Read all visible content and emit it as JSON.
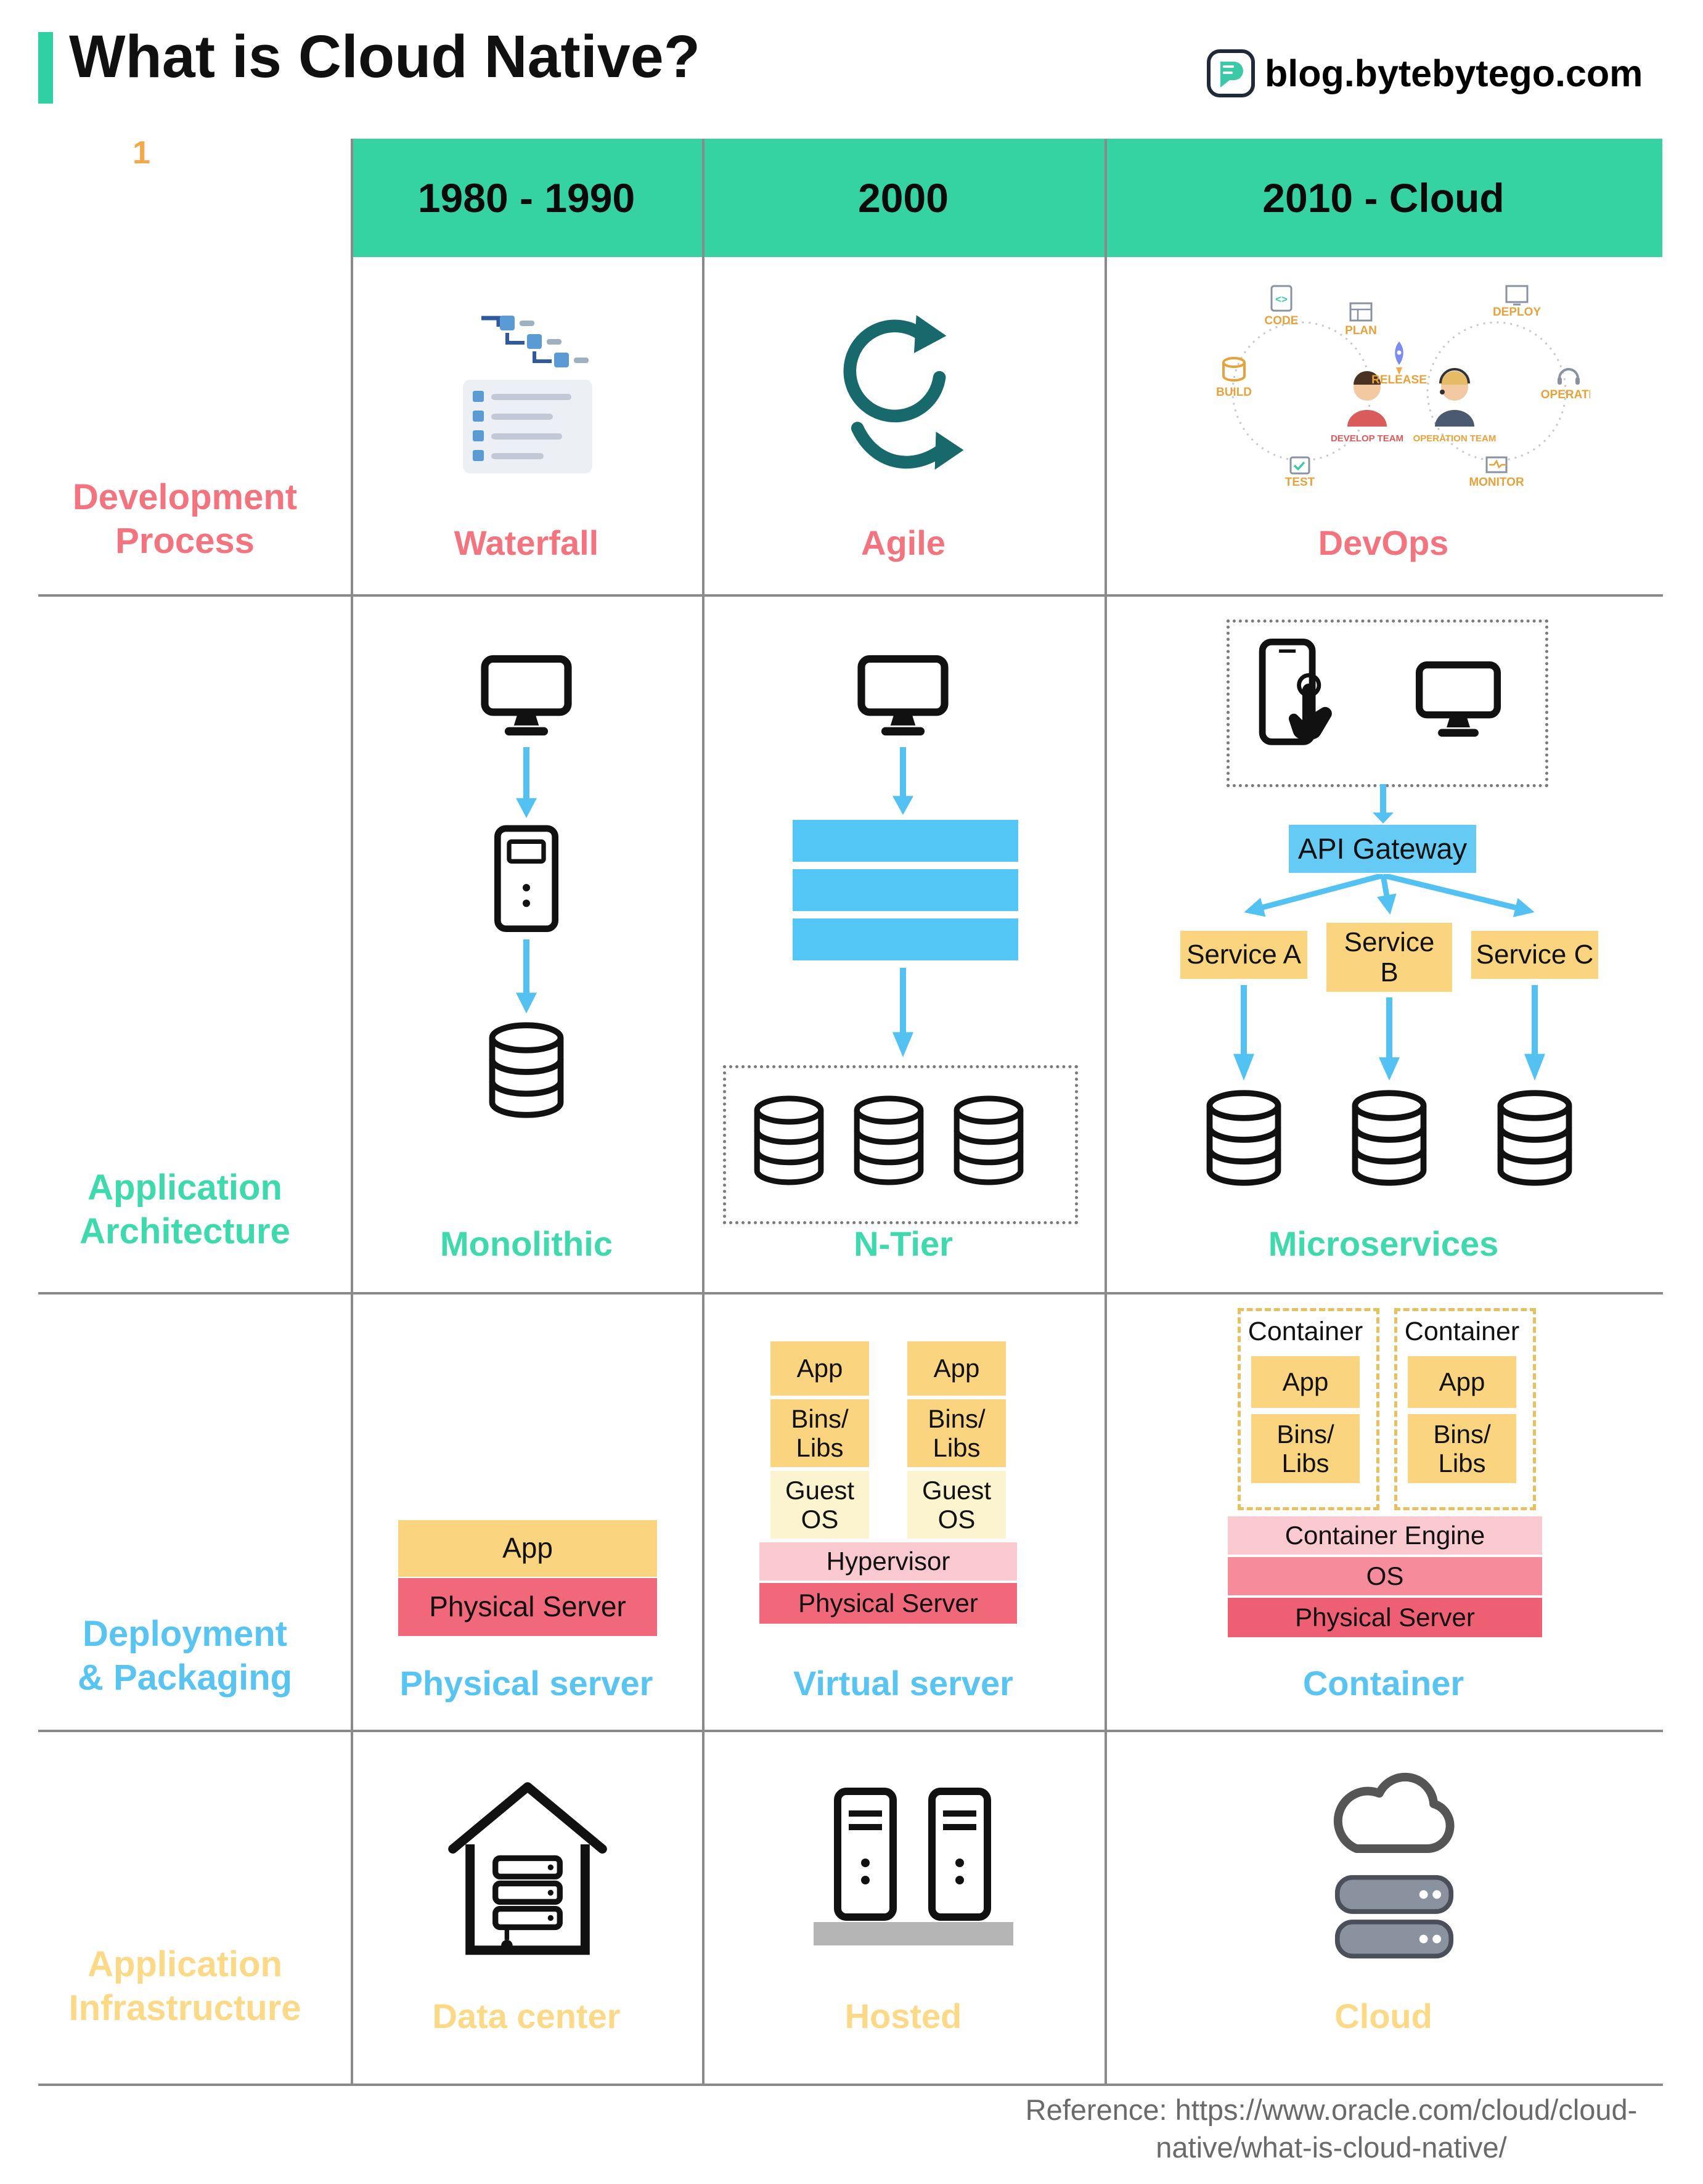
{
  "header": {
    "title": "What is Cloud Native?",
    "logo_text": "blog.bytebytego.com",
    "page_number": "1"
  },
  "columns": [
    "1980 - 1990",
    "2000",
    "2010 - Cloud"
  ],
  "row_labels": [
    "Development\nProcess",
    "Application\nArchitecture",
    "Deployment\n& Packaging",
    "Application\nInfrastructure"
  ],
  "captions": {
    "development": [
      "Waterfall",
      "Agile",
      "DevOps"
    ],
    "architecture": [
      "Monolithic",
      "N-Tier",
      "Microservices"
    ],
    "deployment": [
      "Physical server",
      "Virtual server",
      "Container"
    ],
    "infrastructure": [
      "Data center",
      "Hosted",
      "Cloud"
    ]
  },
  "microservices": {
    "api_gateway": "API Gateway",
    "service_a": "Service A",
    "service_b": "Service\nB",
    "service_c": "Service C"
  },
  "stacks": {
    "physical": {
      "app": "App",
      "server": "Physical Server"
    },
    "virtual": {
      "app": "App",
      "bins": "Bins/\nLibs",
      "guest_os": "Guest\nOS",
      "hypervisor": "Hypervisor",
      "server": "Physical Server"
    },
    "container": {
      "label": "Container",
      "app": "App",
      "bins": "Bins/\nLibs",
      "engine": "Container Engine",
      "os": "OS",
      "server": "Physical Server"
    }
  },
  "devops_diagram": {
    "build": "BUILD",
    "code": "CODE",
    "plan": "PLAN",
    "release": "RELEASE",
    "deploy": "DEPLOY",
    "operate": "OPERATE",
    "test": "TEST",
    "monitor": "MONITOR",
    "develop_team": "DEVELOP TEAM",
    "operation_team": "OPERATION TEAM"
  },
  "footer": {
    "line1": "Reference: https://www.oracle.com/cloud/cloud-",
    "line2": "native/what-is-cloud-native/"
  },
  "colors": {
    "accent_teal": "#35D3A2",
    "label_pink": "#F3747F",
    "label_teal": "#3ED9AC",
    "label_blue": "#57C4F1",
    "label_yellow": "#FBD987",
    "arrow_blue": "#53C2F2",
    "box_yellow": "#FAD47E",
    "box_cream": "#FCF3CF",
    "box_lightpink": "#FBCAD1",
    "box_midpink": "#F58B9B",
    "box_red": "#F1687A",
    "box_darkred": "#EE5F74",
    "gateway_blue": "#66CBF4",
    "grid_gray": "#8A8A8A"
  }
}
